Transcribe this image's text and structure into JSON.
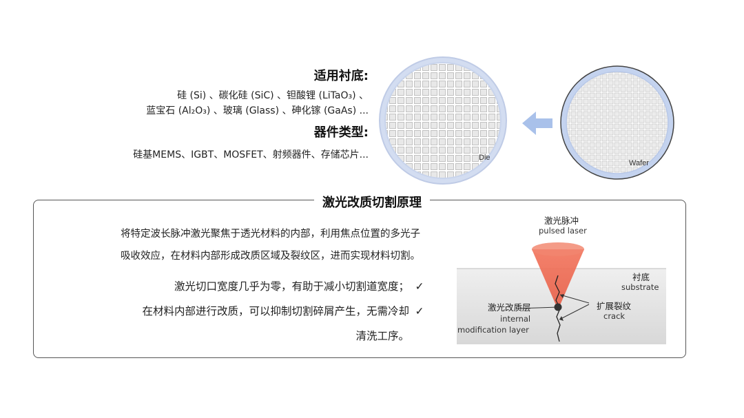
{
  "info": {
    "substrate_heading": "适用衬底:",
    "substrate_line1": "硅 (Si) 、碳化硅 (SiC) 、钽酸锂 (LiTaO₃) 、",
    "substrate_line2": "蓝宝石 (Al₂O₃) 、玻璃 (Glass) 、砷化镓 (GaAs) ...",
    "device_heading": "器件类型:",
    "device_line": "硅基MEMS、IGBT、MOSFET、射频器件、存储芯片..."
  },
  "diagram": {
    "die_label": "Die",
    "wafer_label": "Wafer",
    "colors": {
      "ring": "#b9c9e8",
      "grid": "#cfcfcf",
      "arrow": "#9fb9e6"
    }
  },
  "principle": {
    "title": "激光改质切割原理",
    "para_line1": "将特定波长脉冲激光聚焦于透光材料的内部，利用焦点位置的多光子",
    "para_line2": "吸收效应，在材料内部形成改质区域及裂纹区，进而实现材料切割。",
    "bullets": [
      {
        "check": "✓",
        "line1": "激光切口宽度几乎为零，有助于减小切割道宽度；",
        "line2": ""
      },
      {
        "check": "✓",
        "line1": "在材料内部进行改质，可以抑制切割碎屑产生，无需冷却",
        "line2": "清洗工序。"
      }
    ]
  },
  "laser": {
    "pulse_cn": "激光脉冲",
    "pulse_en": "pulsed laser",
    "substrate_cn": "衬底",
    "substrate_en": "substrate",
    "crack_cn": "扩展裂纹",
    "crack_en": "crack",
    "mod_cn": "激光改质层",
    "mod_en1": "internal",
    "mod_en2": "modification layer",
    "colors": {
      "beam": "#e8553c",
      "substrate": "#e4e4e4"
    }
  }
}
